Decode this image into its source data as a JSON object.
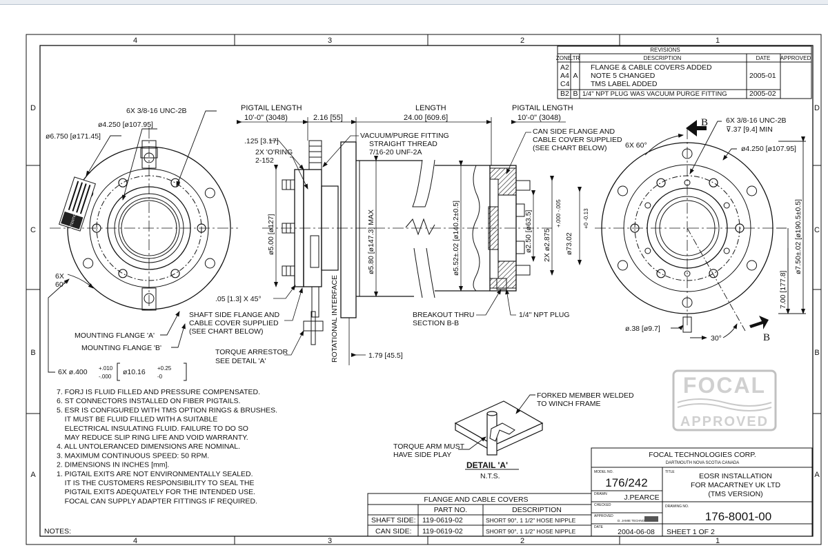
{
  "grid": {
    "cols_top": [
      "4",
      "3",
      "2",
      "1"
    ],
    "cols_bottom": [
      "4",
      "3",
      "2",
      "1"
    ],
    "rows_left": [
      "D",
      "C",
      "B",
      "A"
    ],
    "rows_right": [
      "D",
      "C",
      "B",
      "A"
    ]
  },
  "revisions": {
    "title": "REVISIONS",
    "headers": [
      "ZONE",
      "LTR",
      "DESCRIPTION",
      "DATE",
      "APPROVED"
    ],
    "rows": [
      {
        "zone": "A2",
        "ltr": "",
        "desc": "FLANGE & CABLE COVERS ADDED",
        "date": "",
        "approved": ""
      },
      {
        "zone": "A4",
        "ltr": "A",
        "desc": "NOTE 5 CHANGED",
        "date": "2005-01",
        "approved": ""
      },
      {
        "zone": "C4",
        "ltr": "",
        "desc": "TMS LABEL ADDED",
        "date": "",
        "approved": ""
      },
      {
        "zone": "B2",
        "ltr": "B",
        "desc": "1/4\" NPT PLUG WAS VACUUM PURGE FITTING",
        "date": "2005-02",
        "approved": ""
      }
    ]
  },
  "left_view": {
    "bolt_note": "6X 3/8-16 UNC-2B",
    "bolt_circle": "ø4.250 [ø107.95]",
    "outer_dia": "ø6.750 [ø171.45]",
    "angle_count": "6X",
    "angle_value": "60°",
    "mount_a": "MOUNTING FLANGE 'A'",
    "mount_b": "MOUNTING FLANGE 'B'",
    "holes_note": "6X ø.400",
    "holes_tol_plus": "+.010",
    "holes_tol_minus": "-.000",
    "holes_metric": "ø10.16",
    "holes_metric_plus": "+0.25",
    "holes_metric_minus": "-0",
    "label_text": "ATTENTION"
  },
  "side_view": {
    "pigtail_left": "PIGTAIL LENGTH",
    "pigtail_left_val": "10'-0\" (3048)",
    "pigtail_left_gap": "2.16 [55]",
    "length_label": "LENGTH",
    "length_val": "24.00 [609.6]",
    "pigtail_right": "PIGTAIL LENGTH",
    "pigtail_right_val": "10'-0\" (3048)",
    "dim_125": ".125 [3.17]",
    "oring_1": "2X 'O'RING",
    "oring_2": "2-152",
    "vacuum_1": "VACUUM/PURGE FITTING",
    "vacuum_2": "STRAIGHT THREAD",
    "vacuum_3": "7/16-20 UNF-2A",
    "can_1": "CAN SIDE FLANGE AND",
    "can_2": "CABLE COVER SUPPLIED",
    "can_3": "(SEE CHART BELOW)",
    "dia_500": "ø5.00 [ø127]",
    "dia_580": "ø5.80 [ø147.3] MAX",
    "dia_552": "ø5.52±.02 [ø140.2±0.5]",
    "dia_250": "ø2.50 [ø63.5]",
    "dia_2875": "2X ø2.875",
    "dia_2875_tol": "+.000 -.005",
    "dia_7302": "ø73.02",
    "dia_7302_tol": "+0 -0.13",
    "chamfer": ".05 [1.3] X 45°",
    "shaft_1": "SHAFT SIDE FLANGE AND",
    "shaft_2": "CABLE COVER SUPPLIED",
    "shaft_3": "(SEE CHART BELOW)",
    "rot_iface": "ROTATIONAL INTERFACE",
    "torque_1": "TORQUE ARRESTOR",
    "torque_2": "SEE DETAIL 'A'",
    "dim_179": "1.79 [45.5]",
    "breakout_1": "BREAKOUT THRU",
    "breakout_2": "SECTION B-B",
    "npt": "1/4\" NPT PLUG"
  },
  "right_view": {
    "sec_b": "B",
    "bolt_note": "6X 3/8-16 UNC-2B",
    "bolt_depth": "⊽.37 [9.4] MIN",
    "angle_60": "6X 60°",
    "bolt_circle": "ø4.250 [ø107.95]",
    "outer_dia": "ø7.50±.02 [ø190.5±0.5]",
    "height": "7.00 [177.8]",
    "hole": "ø.38 [ø9.7]",
    "angle_30": "30°"
  },
  "stamp": {
    "line1": "FOCAL",
    "line2": "APPROVED"
  },
  "detail": {
    "forked_1": "FORKED MEMBER WELDED",
    "forked_2": "TO WINCH FRAME",
    "arm_1": "TORQUE ARM MUST",
    "arm_2": "HAVE SIDE PLAY",
    "title": "DETAIL 'A'",
    "scale": "N.T.S."
  },
  "notes": {
    "heading": "NOTES:",
    "items": [
      "7. FORJ IS FLUID FILLED AND PRESSURE COMPENSATED.",
      "6. ST CONNECTORS INSTALLED ON FIBER PIGTAILS.",
      "5. ESR IS CONFIGURED WITH TMS OPTION RINGS & BRUSHES.",
      "    IT MUST BE FLUID FILLED WITH A SUITABLE",
      "    ELECTRICAL INSULATING FLUID. FAILURE TO DO SO",
      "    MAY REDUCE SLIP RING LIFE AND VOID WARRANTY.",
      "4. ALL UNTOLERANCED DIMENSIONS ARE NOMINAL.",
      "3. MAXIMUM CONTINUOUS SPEED: 50 RPM.",
      "2. DIMENSIONS IN INCHES [mm].",
      "1. PIGTAIL EXITS ARE NOT ENVIRONMENTALLY SEALED.",
      "    IT IS THE CUSTOMERS RESPONSIBILITY TO SEAL THE",
      "    PIGTAIL EXITS ADEQUATELY FOR THE INTENDED USE.",
      "    FOCAL CAN SUPPLY ADAPTER FITTINGS IF REQUIRED."
    ]
  },
  "covers": {
    "title": "FLANGE AND CABLE COVERS",
    "h_part": "PART NO.",
    "h_desc": "DESCRIPTION",
    "rows": [
      {
        "side": "SHAFT SIDE:",
        "part": "119-0619-02",
        "desc": "SHORT 90°, 1 1/2\" HOSE NIPPLE"
      },
      {
        "side": "CAN SIDE:",
        "part": "119-0619-02",
        "desc": "SHORT 90°, 1 1/2\" HOSE NIPPLE"
      }
    ]
  },
  "titleblock": {
    "company": "FOCAL TECHNOLOGIES CORP.",
    "location": "DARTMOUTH  NOVA SCOTIA  CANADA",
    "model_lbl": "MODEL NO.",
    "model": "176/242",
    "title_lbl": "TITLE",
    "title1": "EOSR INSTALLATION",
    "title2": "FOR MACARTNEY UK LTD",
    "title3": "(TMS VERSION)",
    "drawn_lbl": "DRAWN",
    "drawn": "J.PEARCE",
    "checked_lbl": "CHECKED",
    "approved_lbl": "APPROVED",
    "approved_sig": "D. JAMIE TECHNOLOGY",
    "dwg_lbl": "DRAWING NO.",
    "dwg": "176-8001-00",
    "date_lbl": "DATE",
    "date": "2004-06-08",
    "sheet": "SHEET  1  OF  2"
  }
}
